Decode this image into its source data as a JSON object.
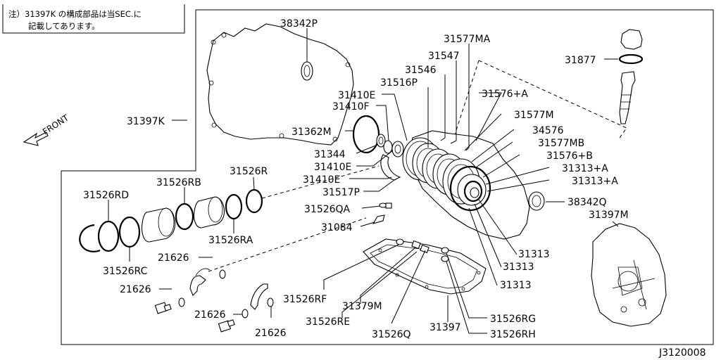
{
  "note": {
    "line1": "注）31397K の構成部品は当SEC.に",
    "line2": "記載してあります。"
  },
  "front_label": "FRONT",
  "diagram_id": "J3120008",
  "parts": {
    "p38342P": "38342P",
    "p31397K": "31397K",
    "p31877": "31877",
    "p31577MA": "31577MA",
    "p31547": "31547",
    "p31546": "31546",
    "p31516P": "31516P",
    "p31410E_a": "31410E",
    "p31410F": "31410F",
    "p31576A": "31576+A",
    "p31577M": "31577M",
    "p34576": "34576",
    "p31577MB": "31577MB",
    "p31576B": "31576+B",
    "p31313A_a": "31313+A",
    "p31313A_b": "31313+A",
    "p31362M": "31362M",
    "p31344": "31344",
    "p31410E_b": "31410E",
    "p31410E_c": "31410E",
    "p31517P": "31517P",
    "p31526QA": "31526QA",
    "p31084": "31084",
    "p38342Q": "38342Q",
    "p31397M": "31397M",
    "p31526R": "31526R",
    "p31526RB": "31526RB",
    "p31526RD": "31526RD",
    "p31526RA": "31526RA",
    "p31526RC": "31526RC",
    "p21626_a": "21626",
    "p21626_b": "21626",
    "p21626_c": "21626",
    "p21626_d": "21626",
    "p31526RF": "31526RF",
    "p31379M": "31379M",
    "p31526RE": "31526RE",
    "p31526Q": "31526Q",
    "p31397": "31397",
    "p31526RG": "31526RG",
    "p31526RH": "31526RH",
    "p31313_a": "31313",
    "p31313_b": "31313",
    "p31313_c": "31313"
  }
}
